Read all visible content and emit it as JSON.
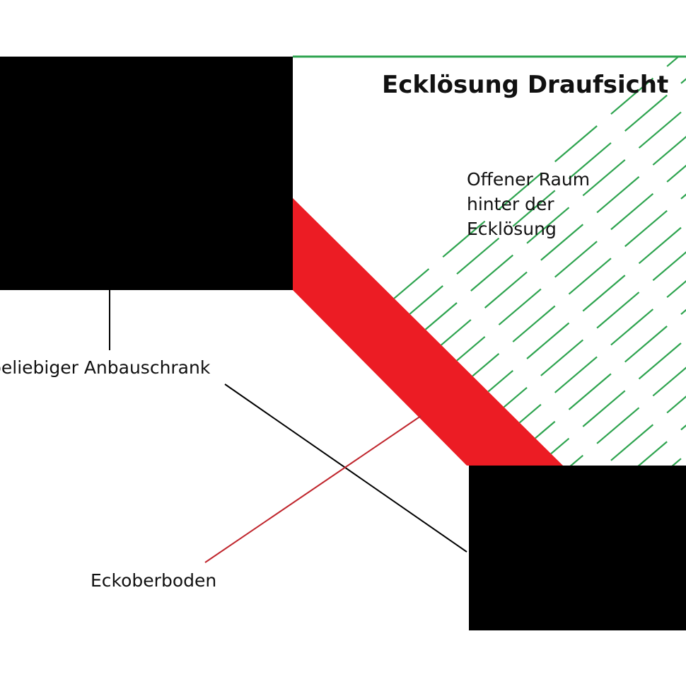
{
  "title": "Ecklösung Draufsicht",
  "open_space_label": {
    "lines": [
      "Offener Raum",
      "hinter der",
      "Ecklösung"
    ]
  },
  "cabinet_label": "beliebiger Anbauschrank",
  "corner_shelf_label": "Eckoberboden",
  "colors": {
    "cabinet": "#000000",
    "corner_shelf": "#ec1c24",
    "hatch": "#2ea44f",
    "cabinet_leader": "#000000",
    "shelf_leader": "#c0262d",
    "background": "#ffffff"
  }
}
